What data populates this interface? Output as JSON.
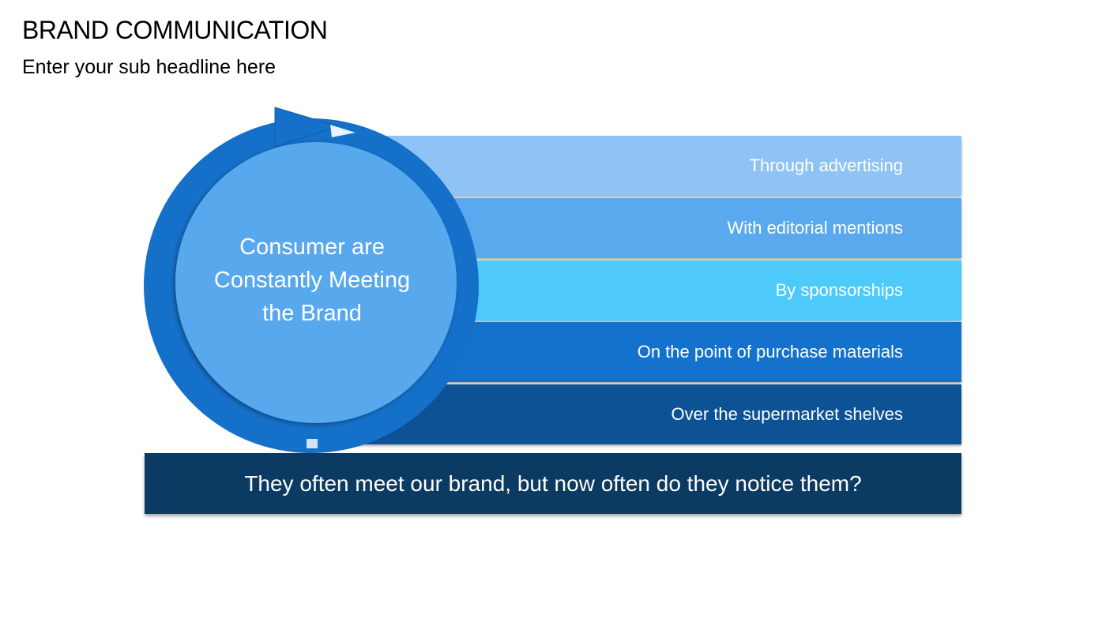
{
  "slide": {
    "title": "BRAND COMMUNICATION",
    "subtitle": "Enter your sub headline here"
  },
  "diagram": {
    "center_lines": [
      "Consumer are",
      "Constantly Meeting",
      "the Brand"
    ],
    "bands": [
      {
        "label": "Through advertising",
        "color": "#90c3f5"
      },
      {
        "label": "With editorial mentions",
        "color": "#5aa9ee"
      },
      {
        "label": "By sponsorships",
        "color": "#4ecafa"
      },
      {
        "label": "On the point of purchase materials",
        "color": "#1572cc"
      },
      {
        "label": "Over the supermarket shelves",
        "color": "#0d5294"
      }
    ],
    "colors": {
      "ring": "#1570c9",
      "circle_fill": "#58a8ee",
      "footer": "#0b3a62"
    },
    "footer": "They often meet our brand, but now often do they notice them?"
  }
}
